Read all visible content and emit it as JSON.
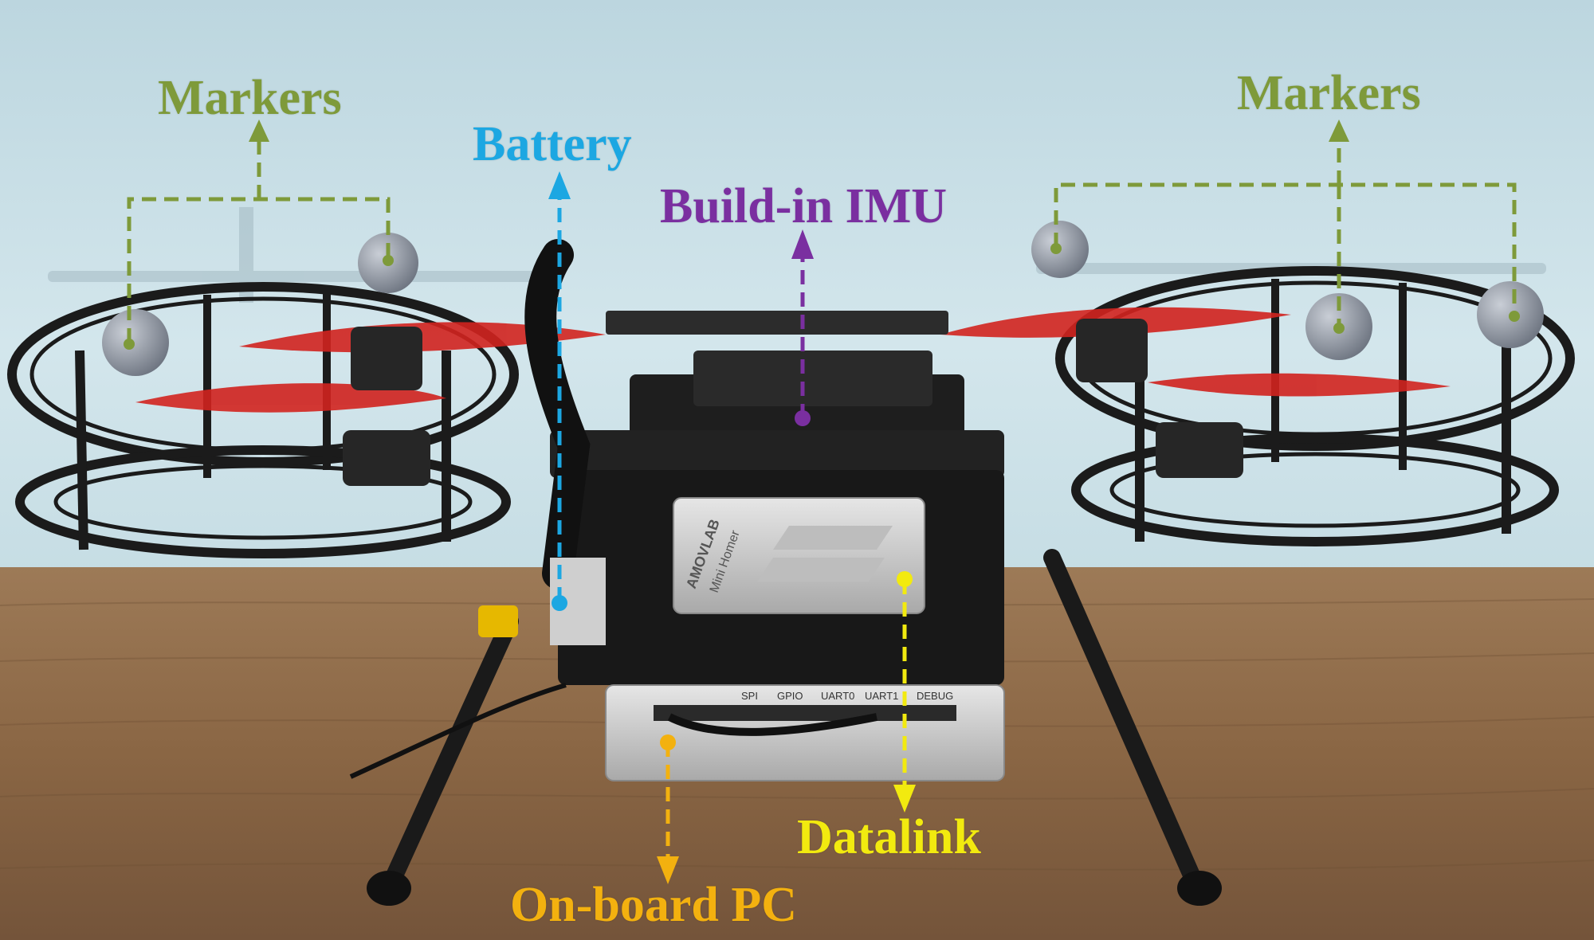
{
  "colors": {
    "markers": "#7e9a3a",
    "battery": "#1ca7e2",
    "imu": "#7a2fa0",
    "datalink": "#f2ea0f",
    "onboard_pc": "#f3b10f",
    "wall": "#c9dfe6",
    "table": "#8a6644"
  },
  "labels": {
    "markers_left": "Markers",
    "markers_right": "Markers",
    "battery": "Battery",
    "imu": "Build-in IMU",
    "datalink": "Datalink",
    "onboard_pc": "On-board PC"
  },
  "module": {
    "brand": "AMOVLAB",
    "model": "Mini Homer"
  },
  "ports": [
    "SPI",
    "GPIO",
    "UART0",
    "UART1",
    "DEBUG"
  ]
}
